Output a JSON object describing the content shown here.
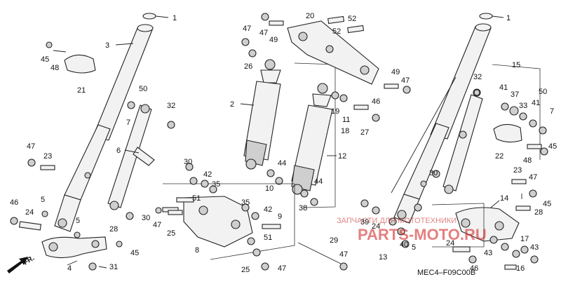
{
  "diagram": {
    "code": "MEC4–F09C00B",
    "direction": "FR.",
    "watermark_lines": [
      "ЗАПЧАСТИ ДЛЯ МОТОТЕХНИКИ",
      "PARTS-MOTO.RU"
    ]
  },
  "parts": [
    {
      "key": "l1a",
      "label": "1"
    },
    {
      "key": "l1b",
      "label": "1"
    },
    {
      "key": "l2",
      "label": "2"
    },
    {
      "key": "l3",
      "label": "3"
    },
    {
      "key": "l4",
      "label": "4"
    },
    {
      "key": "l5a",
      "label": "5"
    },
    {
      "key": "l5b",
      "label": "5"
    },
    {
      "key": "l5c",
      "label": "5"
    },
    {
      "key": "l6",
      "label": "6"
    },
    {
      "key": "l7a",
      "label": "7"
    },
    {
      "key": "l7b",
      "label": "7"
    },
    {
      "key": "l8",
      "label": "8"
    },
    {
      "key": "l9",
      "label": "9"
    },
    {
      "key": "l10",
      "label": "10"
    },
    {
      "key": "l11",
      "label": "11"
    },
    {
      "key": "l12",
      "label": "12"
    },
    {
      "key": "l13",
      "label": "13"
    },
    {
      "key": "l14",
      "label": "14"
    },
    {
      "key": "l15",
      "label": "15"
    },
    {
      "key": "l16",
      "label": "16"
    },
    {
      "key": "l17",
      "label": "17"
    },
    {
      "key": "l18",
      "label": "18"
    },
    {
      "key": "l19",
      "label": "19"
    },
    {
      "key": "l20",
      "label": "20"
    },
    {
      "key": "l21",
      "label": "21"
    },
    {
      "key": "l22",
      "label": "22"
    },
    {
      "key": "l23a",
      "label": "23"
    },
    {
      "key": "l23b",
      "label": "23"
    },
    {
      "key": "l24a",
      "label": "24"
    },
    {
      "key": "l24b",
      "label": "24"
    },
    {
      "key": "l24c",
      "label": "24"
    },
    {
      "key": "l25a",
      "label": "25"
    },
    {
      "key": "l25b",
      "label": "25"
    },
    {
      "key": "l26",
      "label": "26"
    },
    {
      "key": "l27",
      "label": "27"
    },
    {
      "key": "l28a",
      "label": "28"
    },
    {
      "key": "l28b",
      "label": "28"
    },
    {
      "key": "l29",
      "label": "29"
    },
    {
      "key": "l30a",
      "label": "30"
    },
    {
      "key": "l30b",
      "label": "30"
    },
    {
      "key": "l30c",
      "label": "30"
    },
    {
      "key": "l31",
      "label": "31"
    },
    {
      "key": "l32a",
      "label": "32"
    },
    {
      "key": "l32b",
      "label": "32"
    },
    {
      "key": "l33",
      "label": "33"
    },
    {
      "key": "l35a",
      "label": "35"
    },
    {
      "key": "l35b",
      "label": "35"
    },
    {
      "key": "l37",
      "label": "37"
    },
    {
      "key": "l38",
      "label": "38"
    },
    {
      "key": "l39",
      "label": "39"
    },
    {
      "key": "l40",
      "label": "40"
    },
    {
      "key": "l41a",
      "label": "41"
    },
    {
      "key": "l41b",
      "label": "41"
    },
    {
      "key": "l42a",
      "label": "42"
    },
    {
      "key": "l42b",
      "label": "42"
    },
    {
      "key": "l43a",
      "label": "43"
    },
    {
      "key": "l43b",
      "label": "43"
    },
    {
      "key": "l44a",
      "label": "44"
    },
    {
      "key": "l44b",
      "label": "44"
    },
    {
      "key": "l45a",
      "label": "45"
    },
    {
      "key": "l45b",
      "label": "45"
    },
    {
      "key": "l45c",
      "label": "45"
    },
    {
      "key": "l45d",
      "label": "45"
    },
    {
      "key": "l46a",
      "label": "46"
    },
    {
      "key": "l46b",
      "label": "46"
    },
    {
      "key": "l46c",
      "label": "46"
    },
    {
      "key": "l47a",
      "label": "47"
    },
    {
      "key": "l47b",
      "label": "47"
    },
    {
      "key": "l47c",
      "label": "47"
    },
    {
      "key": "l47d",
      "label": "47"
    },
    {
      "key": "l47e",
      "label": "47"
    },
    {
      "key": "l47f",
      "label": "47"
    },
    {
      "key": "l47g",
      "label": "47"
    },
    {
      "key": "l47h",
      "label": "47"
    },
    {
      "key": "l48a",
      "label": "48"
    },
    {
      "key": "l48b",
      "label": "48"
    },
    {
      "key": "l49a",
      "label": "49"
    },
    {
      "key": "l49b",
      "label": "49"
    },
    {
      "key": "l50a",
      "label": "50"
    },
    {
      "key": "l50b",
      "label": "50"
    },
    {
      "key": "l51a",
      "label": "51"
    },
    {
      "key": "l51b",
      "label": "51"
    },
    {
      "key": "l52a",
      "label": "52"
    },
    {
      "key": "l52b",
      "label": "52"
    }
  ]
}
